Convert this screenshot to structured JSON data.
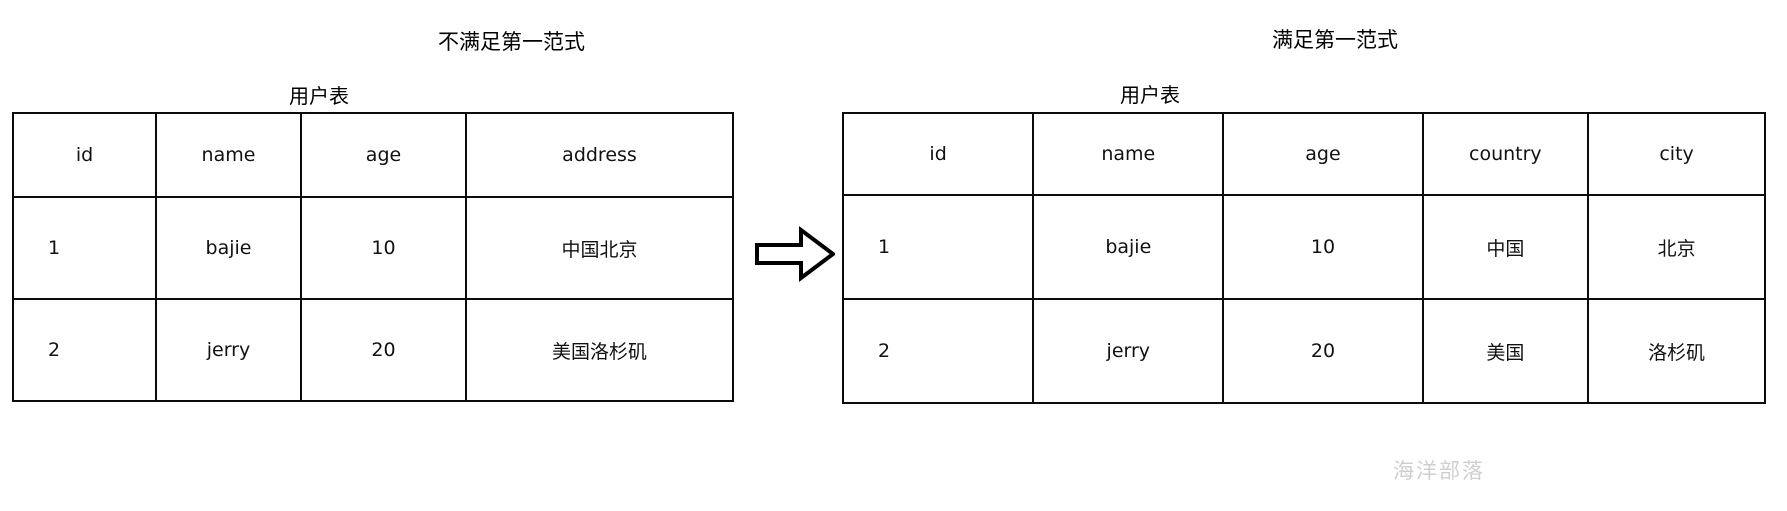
{
  "figure": {
    "left_caption": "不满足第一范式",
    "right_caption": "满足第一范式",
    "arrow_icon": "right-block-arrow-icon",
    "watermark": "海洋部落"
  },
  "left_table": {
    "title": "用户表",
    "columns": [
      "id",
      "name",
      "age",
      "address"
    ],
    "rows": [
      {
        "id": "1",
        "name": "bajie",
        "age": "10",
        "address": "中国北京"
      },
      {
        "id": "2",
        "name": "jerry",
        "age": "20",
        "address": "美国洛杉矶"
      }
    ]
  },
  "right_table": {
    "title": "用户表",
    "columns": [
      "id",
      "name",
      "age",
      "country",
      "city"
    ],
    "rows": [
      {
        "id": "1",
        "name": "bajie",
        "age": "10",
        "country": "中国",
        "city": "北京"
      },
      {
        "id": "2",
        "name": "jerry",
        "age": "20",
        "country": "美国",
        "city": "洛杉矶"
      }
    ]
  }
}
